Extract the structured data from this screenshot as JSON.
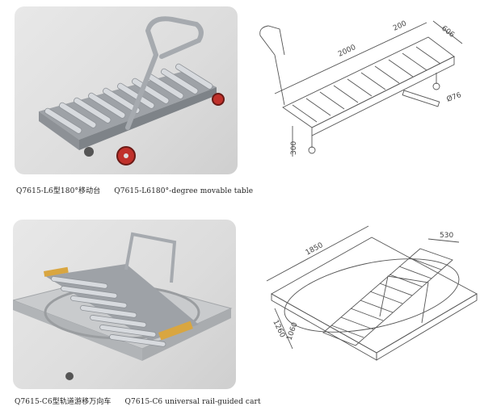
{
  "products": [
    {
      "caption_cn": "Q7615-L6型180°移动台",
      "caption_en": "Q7615-L6180°-degree movable table",
      "dimensions": {
        "length": "2000",
        "width": "606",
        "rail": "200",
        "roller_dia": "Ø76",
        "height": "300"
      }
    },
    {
      "caption_cn": "Q7615-C6型轨道游移万向车",
      "caption_en": "Q7615-C6 universal rail-guided cart",
      "dimensions": {
        "length": "1850",
        "width": "530",
        "rail": "1260",
        "side": "1060"
      }
    }
  ],
  "colors": {
    "photo_bg": "#dcdcdc",
    "frame": "#b9bcc0",
    "roller": "#d7dade",
    "wheel": "#c0312b",
    "bumper": "#d9a640",
    "drawing_line": "#555555"
  }
}
